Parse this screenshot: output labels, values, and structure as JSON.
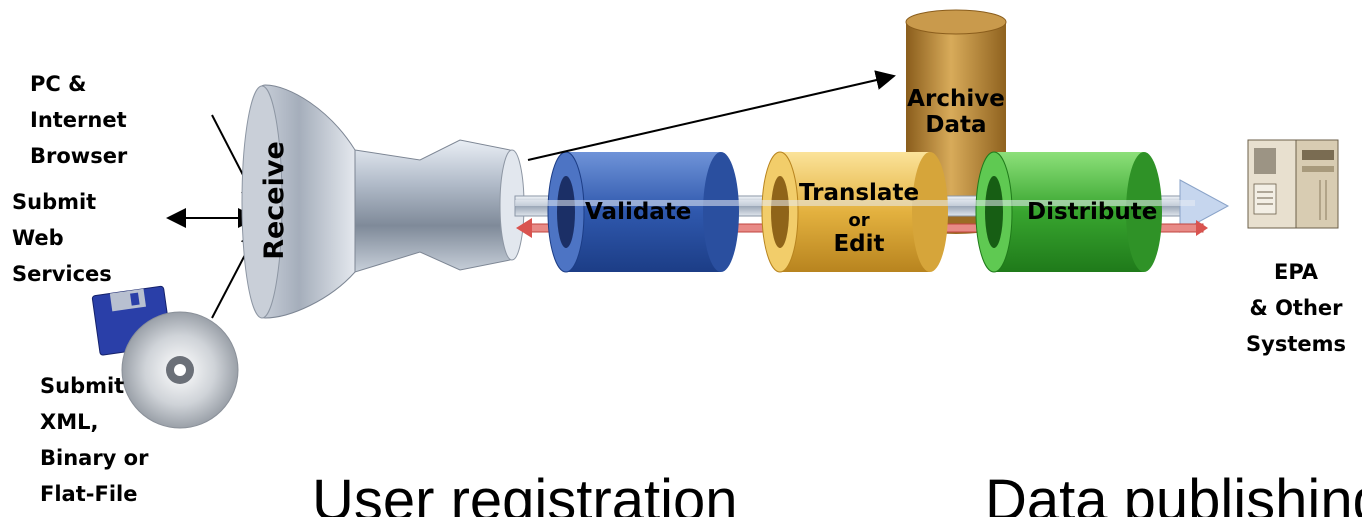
{
  "inputs": {
    "browser": [
      "PC &",
      "Internet",
      "Browser"
    ],
    "web_services": [
      "Submit",
      "Web",
      "Services"
    ],
    "file_submit": [
      "Submit",
      "XML,",
      "Binary or",
      "Flat-File"
    ]
  },
  "stages": {
    "receive": "Receive",
    "validate": "Validate",
    "translate": "Translate",
    "translate_or": "or",
    "translate_edit": "Edit",
    "distribute": "Distribute",
    "archive": [
      "Archive",
      "Data"
    ]
  },
  "destination": [
    "EPA",
    "& Other",
    "Systems"
  ],
  "bottom": {
    "left": "User registration",
    "right": "Data publishing"
  },
  "colors": {
    "validate": "#3a63b5",
    "translate": "#e6b84a",
    "distribute": "#3fae3a",
    "archive": "#b88a3a",
    "funnel": "#b8c0cc",
    "return_arrow": "#d9534f"
  },
  "icons": [
    "floppy-disk-icon",
    "cd-disc-icon",
    "server-computer-icon"
  ]
}
